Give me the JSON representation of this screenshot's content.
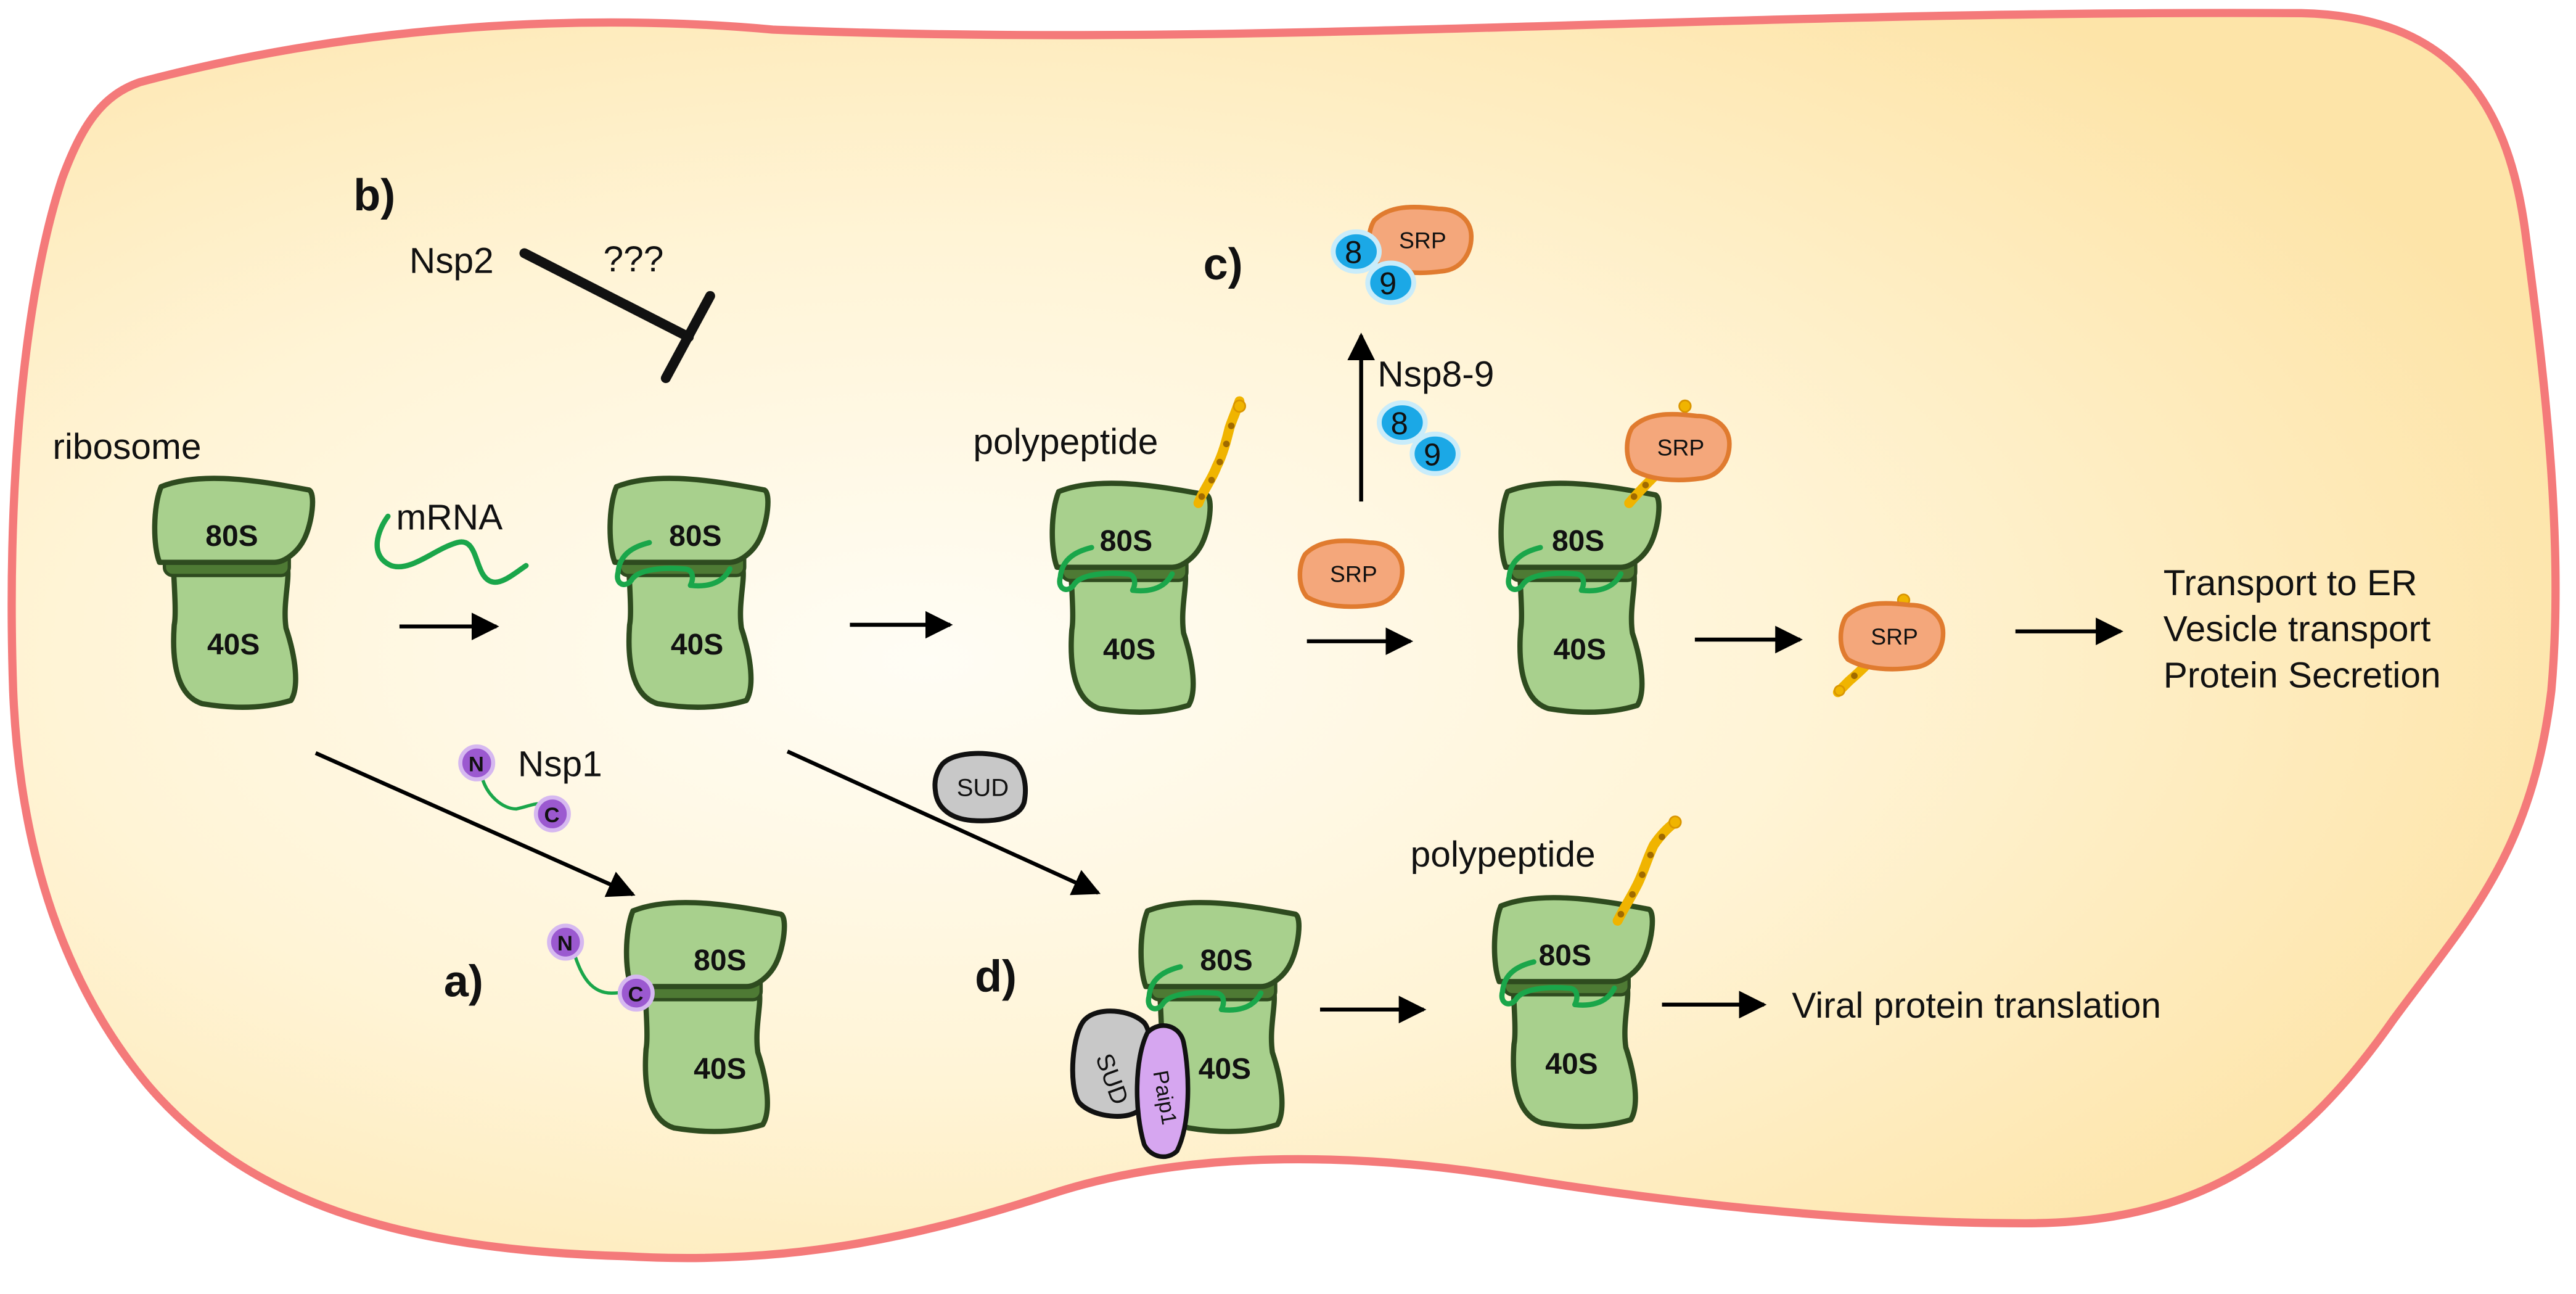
{
  "panels": {
    "a": "a)",
    "b": "b)",
    "c": "c)",
    "d": "d)"
  },
  "labels": {
    "ribosome": "ribosome",
    "mrna": "mRNA",
    "nsp2": "Nsp2",
    "unknown": "???",
    "polypeptide_top": "polypeptide",
    "polypeptide_bottom": "polypeptide",
    "nsp1": "Nsp1",
    "nsp8_9": "Nsp8-9",
    "sud_free": "SUD",
    "sud_bound": "SUD",
    "paip1": "Paip1",
    "transport_er": "Transport to ER",
    "vesicle_transport": "Vesicle transport",
    "protein_secretion": "Protein Secretion",
    "viral_translation": "Viral protein translation"
  },
  "subunits": {
    "large": "80S",
    "small": "40S"
  },
  "nsp1_termini": {
    "n": "N",
    "c": "C"
  },
  "srp": [
    "SRP",
    "SRP",
    "SRP",
    "SRP"
  ],
  "nsp_numbers": [
    "8",
    "9",
    "8",
    "9"
  ],
  "colors": {
    "cell_fill_center": "#fffdf3",
    "cell_fill_edge": "#fde3a6",
    "cell_border": "#f47a7a",
    "ribosome_fill": "#a8d08d",
    "ribosome_band": "#4e7a34",
    "ribosome_stroke": "#2e4b1f",
    "mrna": "#1aa64a",
    "srp_fill": "#f4a77b",
    "srp_stroke": "#e07b2f",
    "nsp_blue": "#1ba8e6",
    "nsp1_purple": "#9b59d0",
    "polypeptide": "#f0b400",
    "sud_fill": "#c8c8c8",
    "paip1_fill": "#d6a6f0"
  }
}
